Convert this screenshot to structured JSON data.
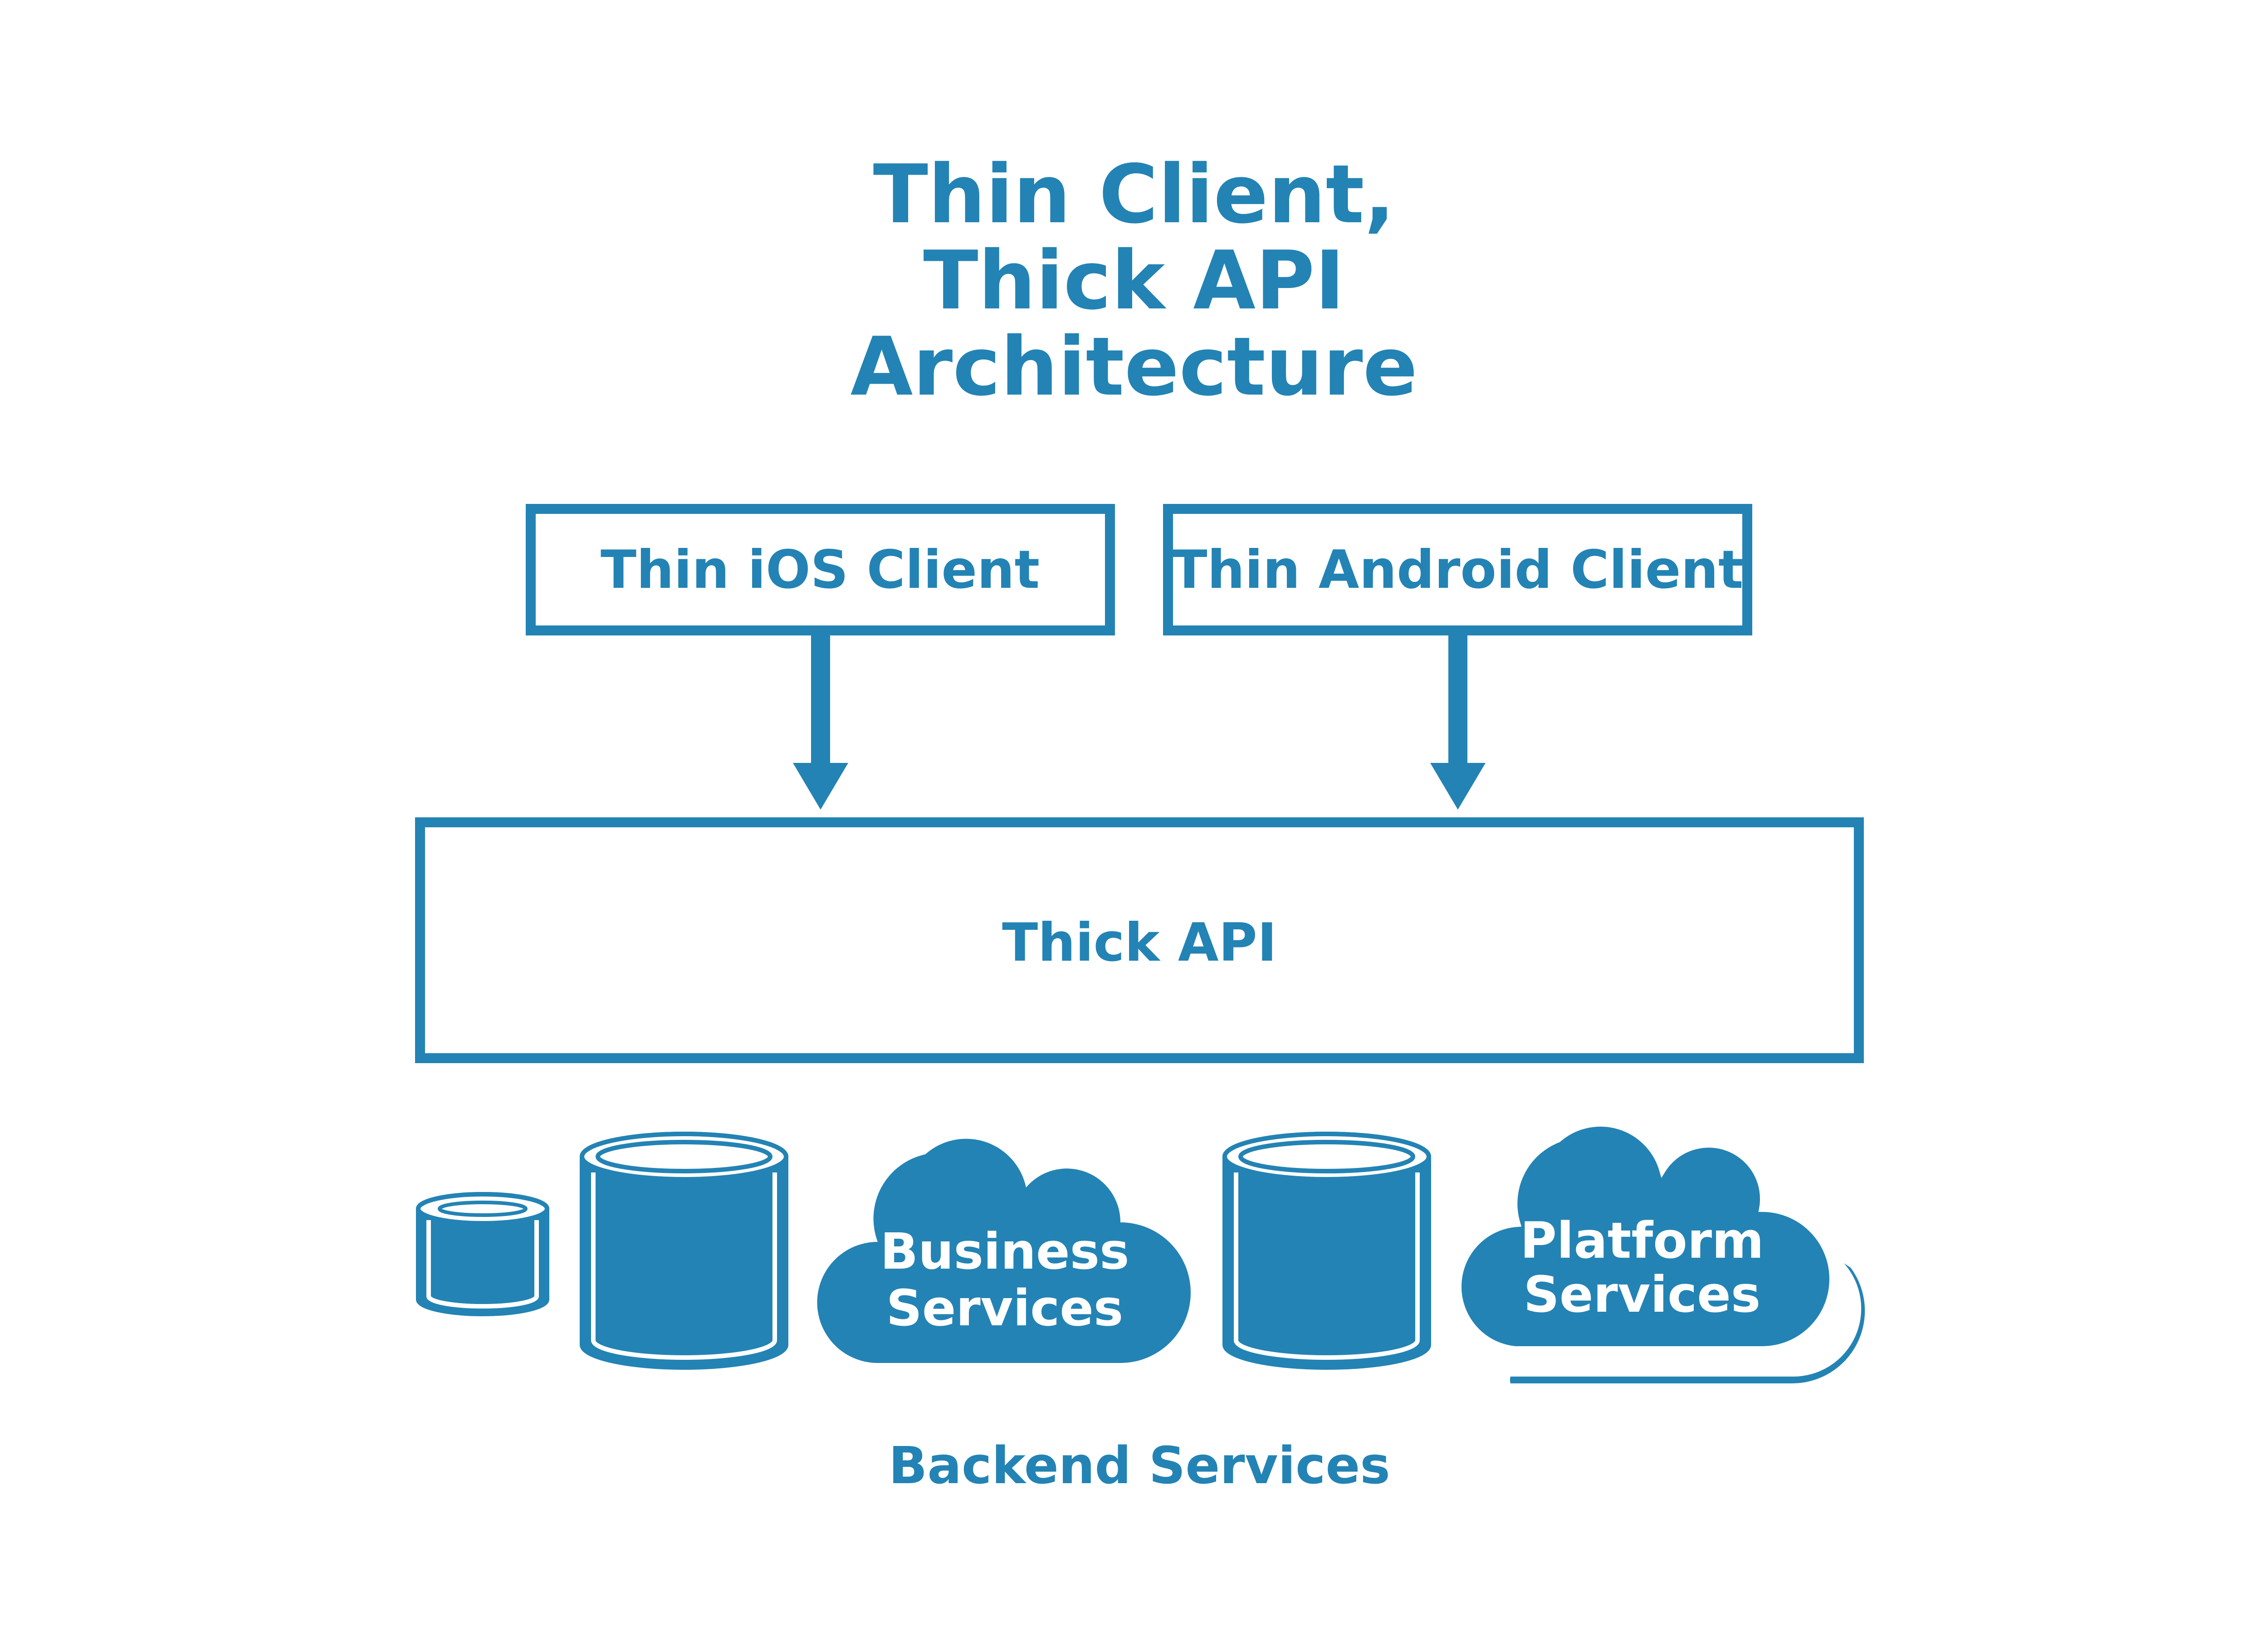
{
  "colors": {
    "primary": "#2383b4",
    "background": "#ffffff"
  },
  "title": {
    "line1": "Thin Client,",
    "line2": "Thick API",
    "line3": "Architecture"
  },
  "clients": {
    "ios": "Thin iOS Client",
    "android": "Thin Android Client"
  },
  "api": {
    "label": "Thick API"
  },
  "services": {
    "business_line1": "Business",
    "business_line2": "Services",
    "platform_line1": "Platform",
    "platform_line2": "Services"
  },
  "footer": {
    "label": "Backend Services"
  }
}
